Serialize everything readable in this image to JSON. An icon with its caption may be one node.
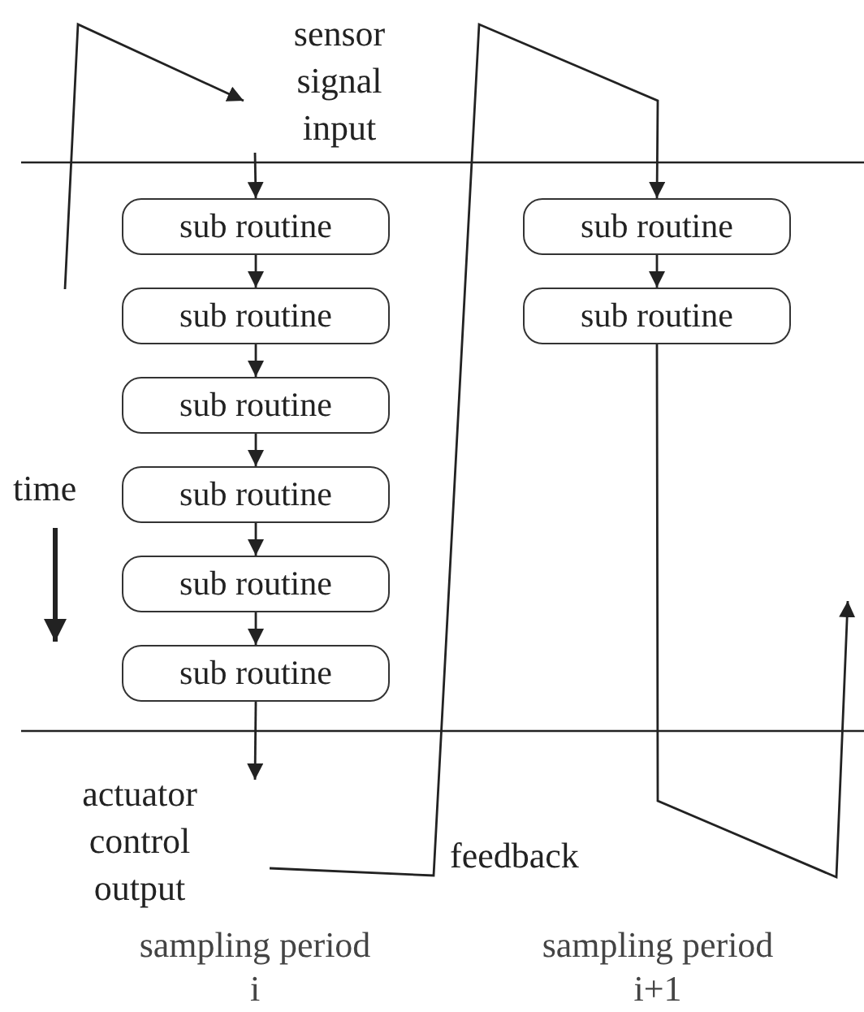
{
  "diagram": {
    "nodes": [
      {
        "text": [
          "sensor signal input"
        ]
      },
      {
        "text": [
          "sub routine"
        ]
      },
      {
        "text": [
          "sub routine"
        ]
      },
      {
        "text": [
          "sub routine"
        ]
      },
      {
        "text": [
          "sub routine"
        ]
      },
      {
        "text": [
          "sub routine"
        ]
      },
      {
        "text": [
          "sub routine"
        ]
      },
      {
        "text": [
          "actuator control output"
        ]
      },
      {
        "text": [
          "sub routine"
        ]
      },
      {
        "text": [
          "sub routine"
        ]
      }
    ],
    "edges": [
      {
        "from": null,
        "to": 0,
        "arrow": "to"
      },
      {
        "from": 0,
        "to": 1,
        "arrow": "to"
      },
      {
        "from": 1,
        "to": 2,
        "arrow": "to"
      },
      {
        "from": 2,
        "to": 3,
        "arrow": "to"
      },
      {
        "from": 3,
        "to": 4,
        "arrow": "to"
      },
      {
        "from": 4,
        "to": 5,
        "arrow": "to"
      },
      {
        "from": 5,
        "to": 6,
        "arrow": "to"
      },
      {
        "from": 6,
        "to": 7,
        "arrow": "to"
      },
      {
        "from": 7,
        "to": 8,
        "arrow": "to",
        "label": "feedback"
      },
      {
        "from": 8,
        "to": 9,
        "arrow": "to"
      },
      {
        "from": 9,
        "to": null,
        "arrow": "to"
      }
    ],
    "labels": [
      "time",
      "sampling period i",
      "sampling period i+1"
    ]
  }
}
